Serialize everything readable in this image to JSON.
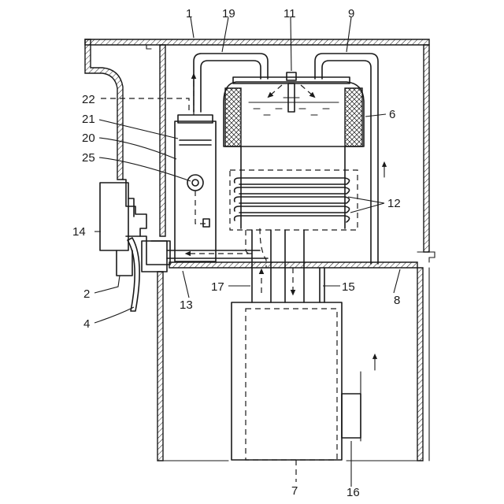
{
  "figure": {
    "labels": {
      "n1": "1",
      "n19": "19",
      "n11": "11",
      "n9": "9",
      "n22": "22",
      "n6": "6",
      "n21": "21",
      "n20": "20",
      "n25": "25",
      "n12": "12",
      "n14": "14",
      "n2": "2",
      "n4": "4",
      "n13": "13",
      "n17": "17",
      "n15": "15",
      "n8": "8",
      "n7": "7",
      "n16": "16"
    }
  }
}
